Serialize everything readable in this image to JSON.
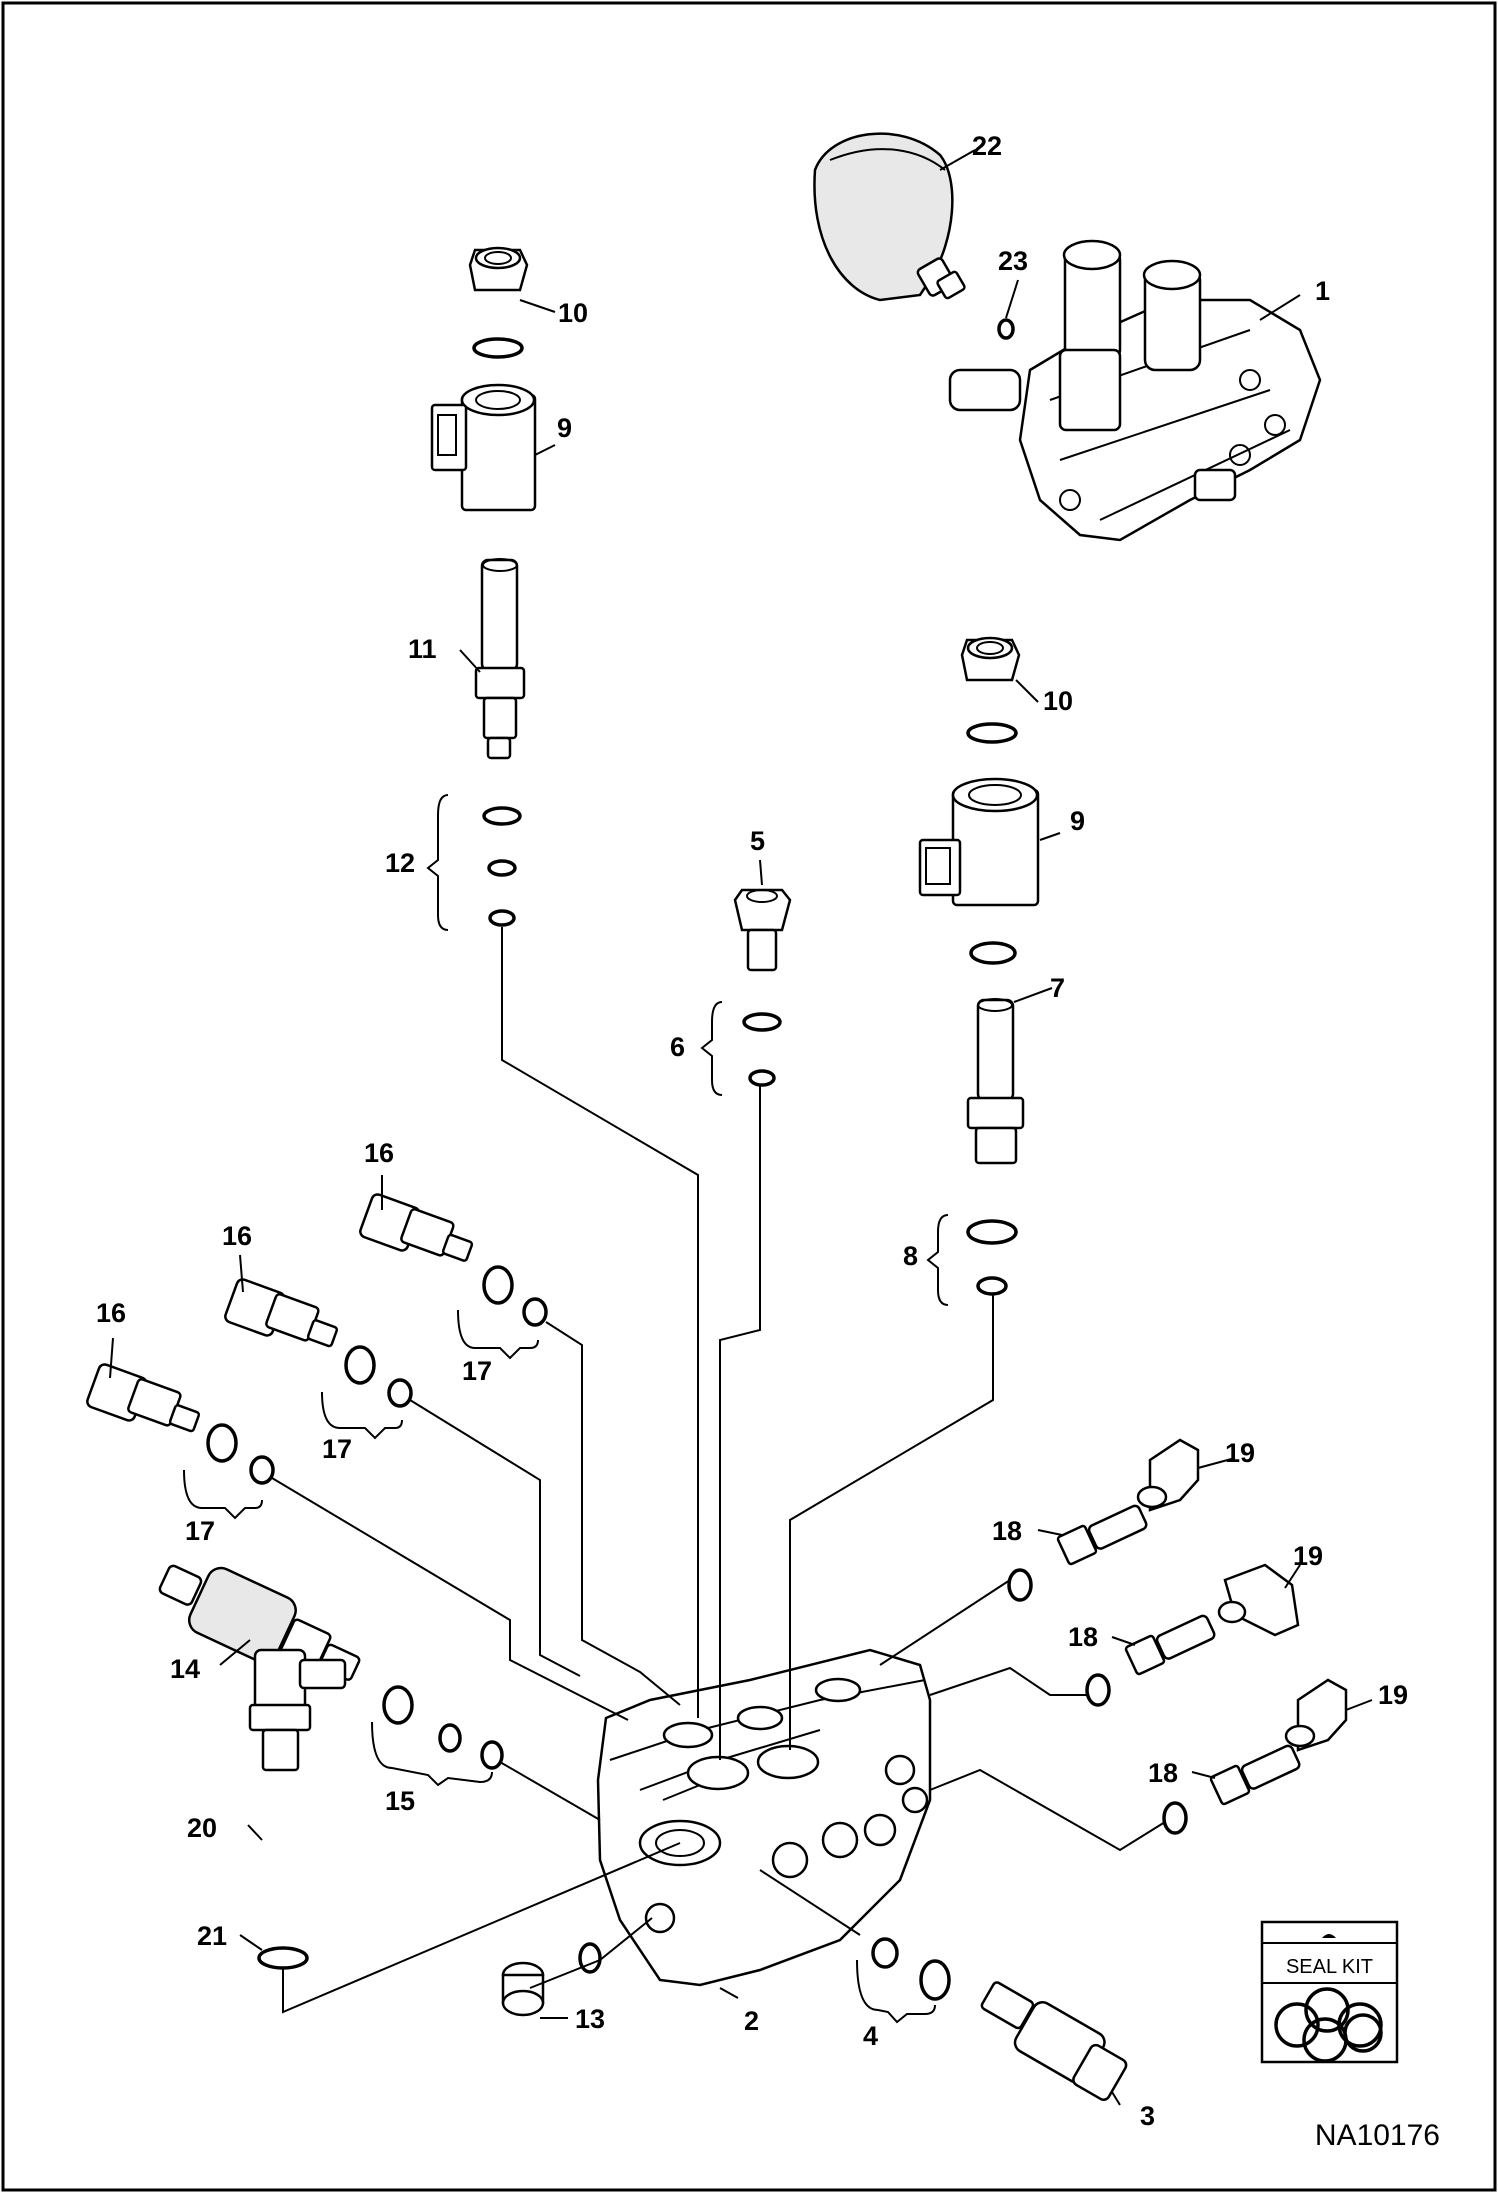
{
  "drawing_id": "NA10176",
  "seal_kit_label": "SEAL KIT",
  "callouts": {
    "c1": "1",
    "c2": "2",
    "c3": "3",
    "c4": "4",
    "c5": "5",
    "c6": "6",
    "c7": "7",
    "c8": "8",
    "c9a": "9",
    "c9b": "9",
    "c10a": "10",
    "c10b": "10",
    "c11": "11",
    "c12": "12",
    "c13": "13",
    "c14": "14",
    "c15": "15",
    "c16a": "16",
    "c16b": "16",
    "c16c": "16",
    "c17a": "17",
    "c17b": "17",
    "c17c": "17",
    "c18a": "18",
    "c18b": "18",
    "c18c": "18",
    "c19a": "19",
    "c19b": "19",
    "c19c": "19",
    "c20": "20",
    "c21": "21",
    "c22": "22",
    "c23": "23"
  }
}
